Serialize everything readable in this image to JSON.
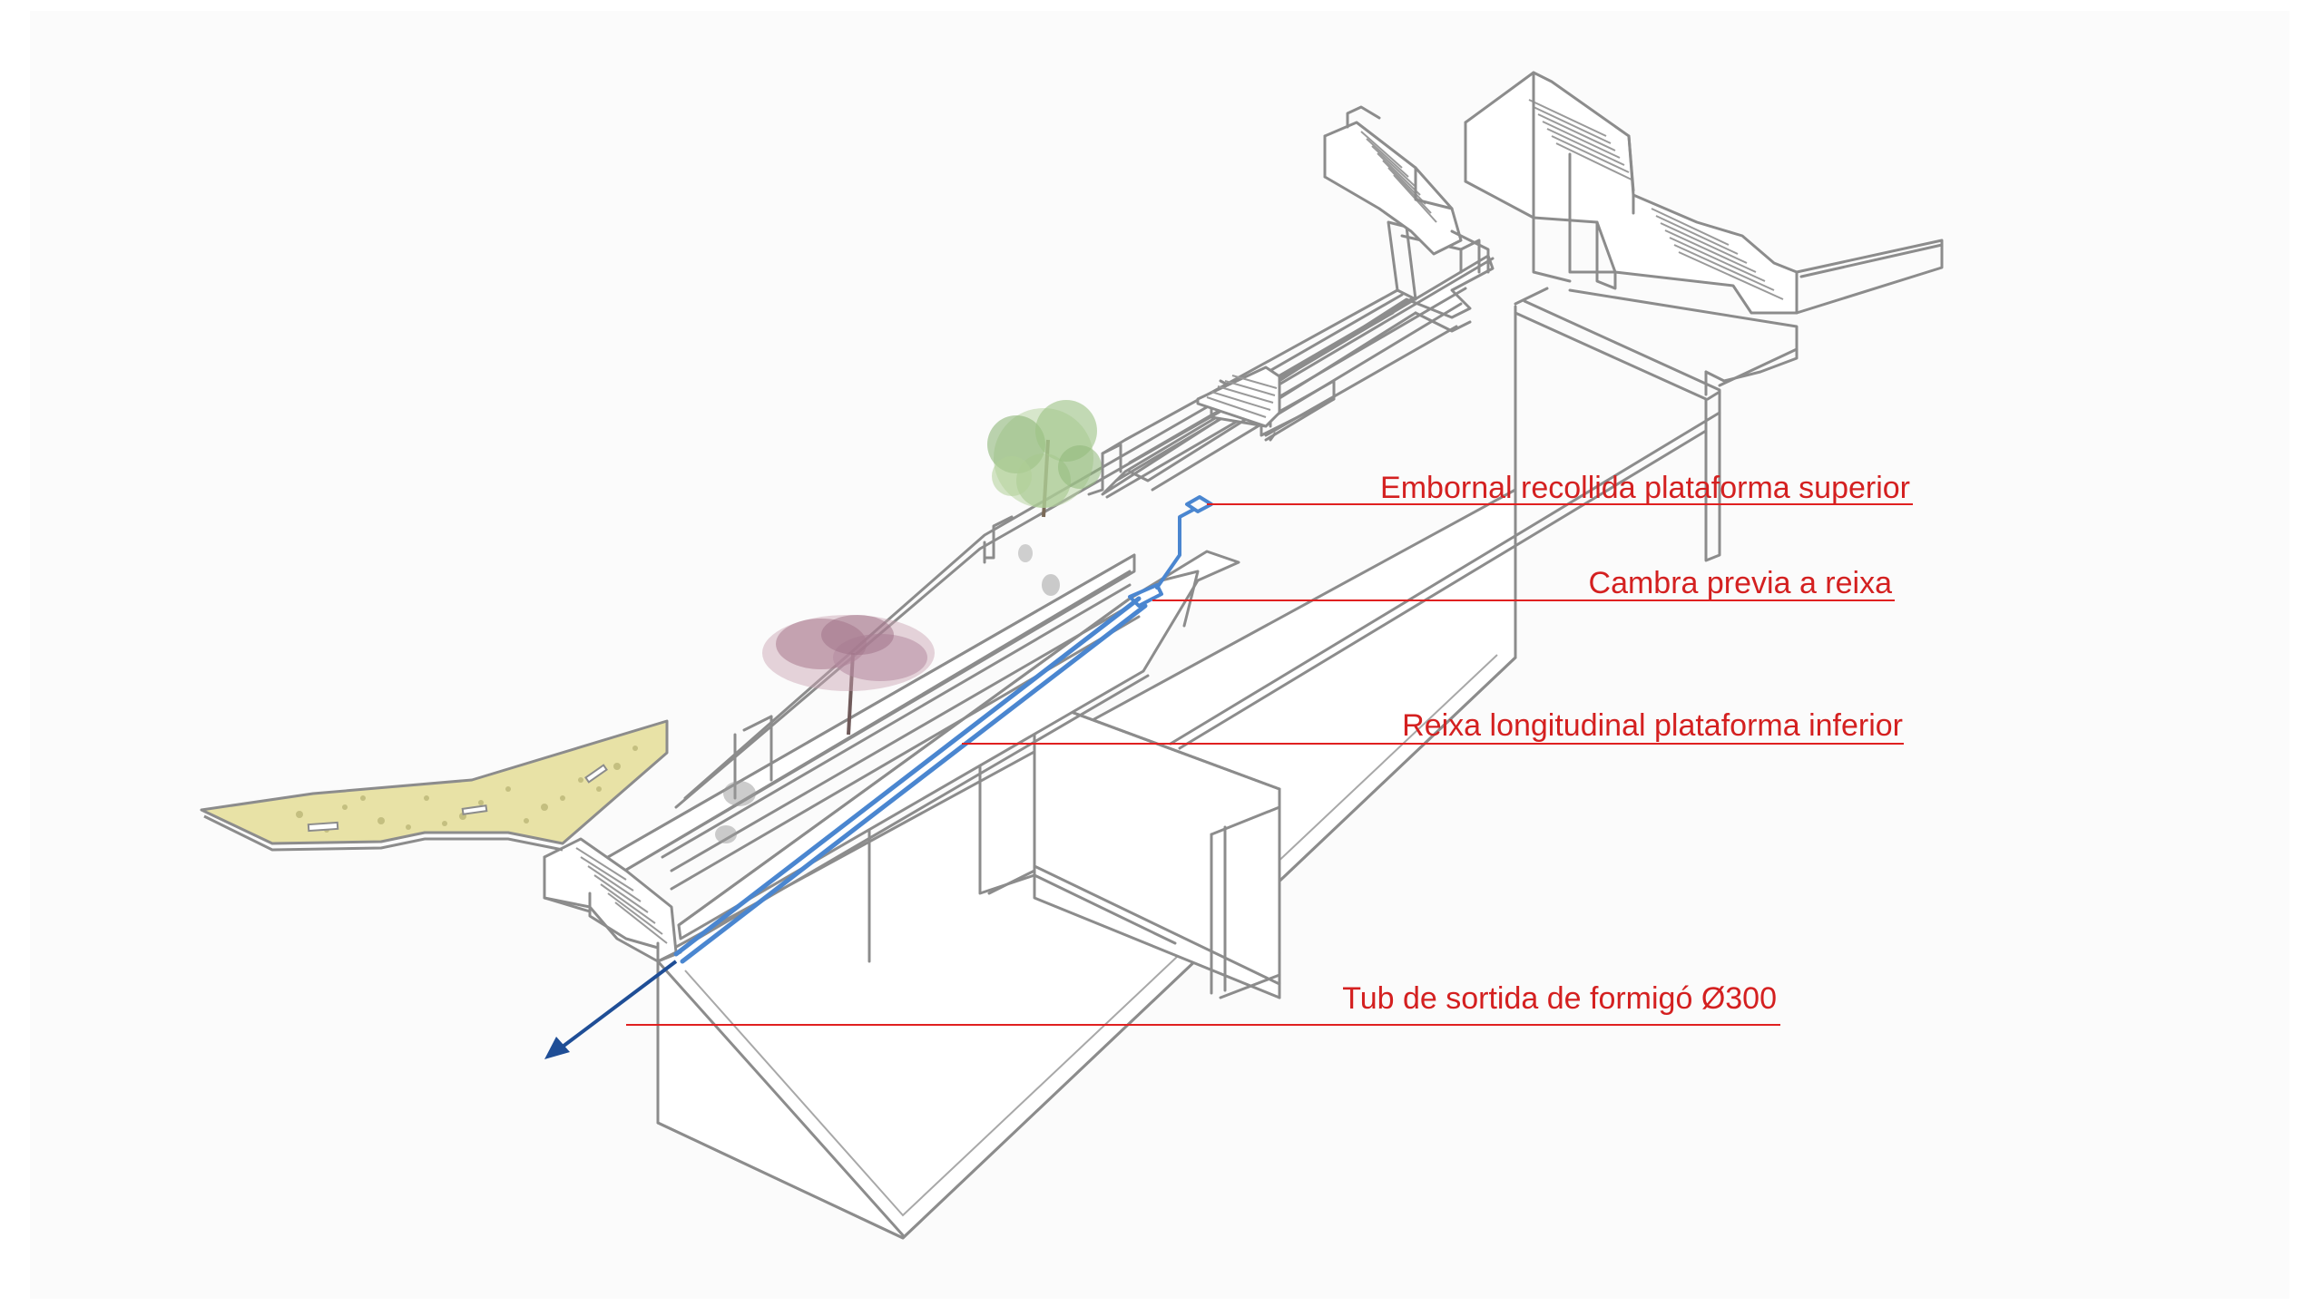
{
  "annotations": [
    {
      "id": "embornal",
      "text": "Embornal recollida plataforma superior"
    },
    {
      "id": "cambra",
      "text": "Cambra previa a reixa"
    },
    {
      "id": "reixa",
      "text": "Reixa longitudinal plataforma inferior"
    },
    {
      "id": "tub",
      "text": "Tub de sortida de formigó Ø300"
    }
  ],
  "colors": {
    "annotation": "#d42020",
    "drainage": "#4a86d0",
    "outlet_arrow": "#1f4e96",
    "planting_area": "#e8e2a6",
    "linework": "#8c8c8c"
  }
}
